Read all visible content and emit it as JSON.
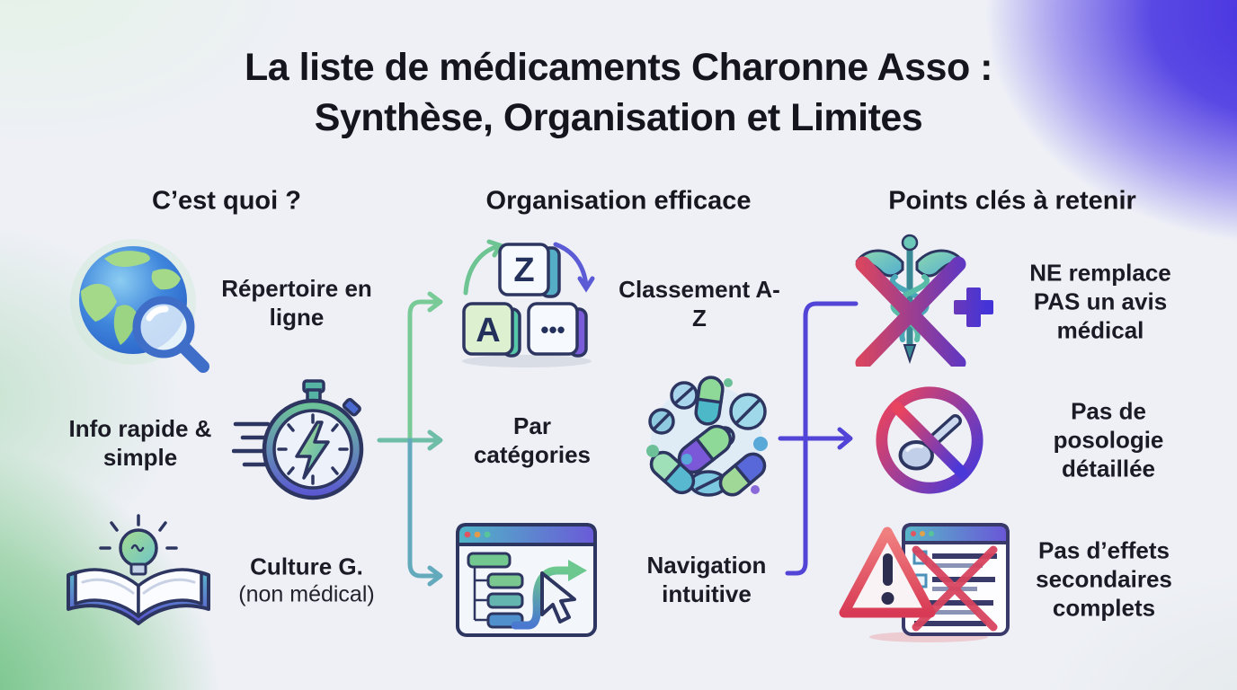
{
  "title": {
    "line1": "La liste de médicaments Charonne Asso :",
    "line2": "Synthèse, Organisation et Limites"
  },
  "columns": [
    {
      "header": "C’est quoi ?",
      "items": [
        {
          "icon": "globe-search-icon",
          "label": "Répertoire en ligne"
        },
        {
          "icon": "speed-stopwatch-icon",
          "label": "Info rapide & simple"
        },
        {
          "icon": "book-idea-icon",
          "label": "Culture G.",
          "sublabel": "(non médical)"
        }
      ]
    },
    {
      "header": "Organisation efficace",
      "items": [
        {
          "icon": "az-blocks-icon",
          "label": "Classement A-Z"
        },
        {
          "icon": "pills-icon",
          "label": "Par catégories"
        },
        {
          "icon": "browser-navigation-icon",
          "label": "Navigation intuitive"
        }
      ]
    },
    {
      "header": "Points clés à retenir",
      "items": [
        {
          "icon": "caduceus-crossed-icon",
          "label": "NE remplace PAS un avis médical"
        },
        {
          "icon": "no-spoon-icon",
          "label": "Pas de posologie détaillée"
        },
        {
          "icon": "warning-checklist-crossed-icon",
          "label": "Pas d’effets secondaires complets"
        }
      ]
    }
  ],
  "colors": {
    "background": "#eef0f6",
    "text": "#17171f",
    "accent_green": "#78ca96",
    "accent_teal": "#5fa6c4",
    "accent_purple": "#5144d6",
    "corner_blob_purple": "#4a3ce0",
    "corner_blob_green": "#7cc98c",
    "prohibition_red": "#e0455c",
    "prohibition_blue": "#4a3fd8"
  }
}
